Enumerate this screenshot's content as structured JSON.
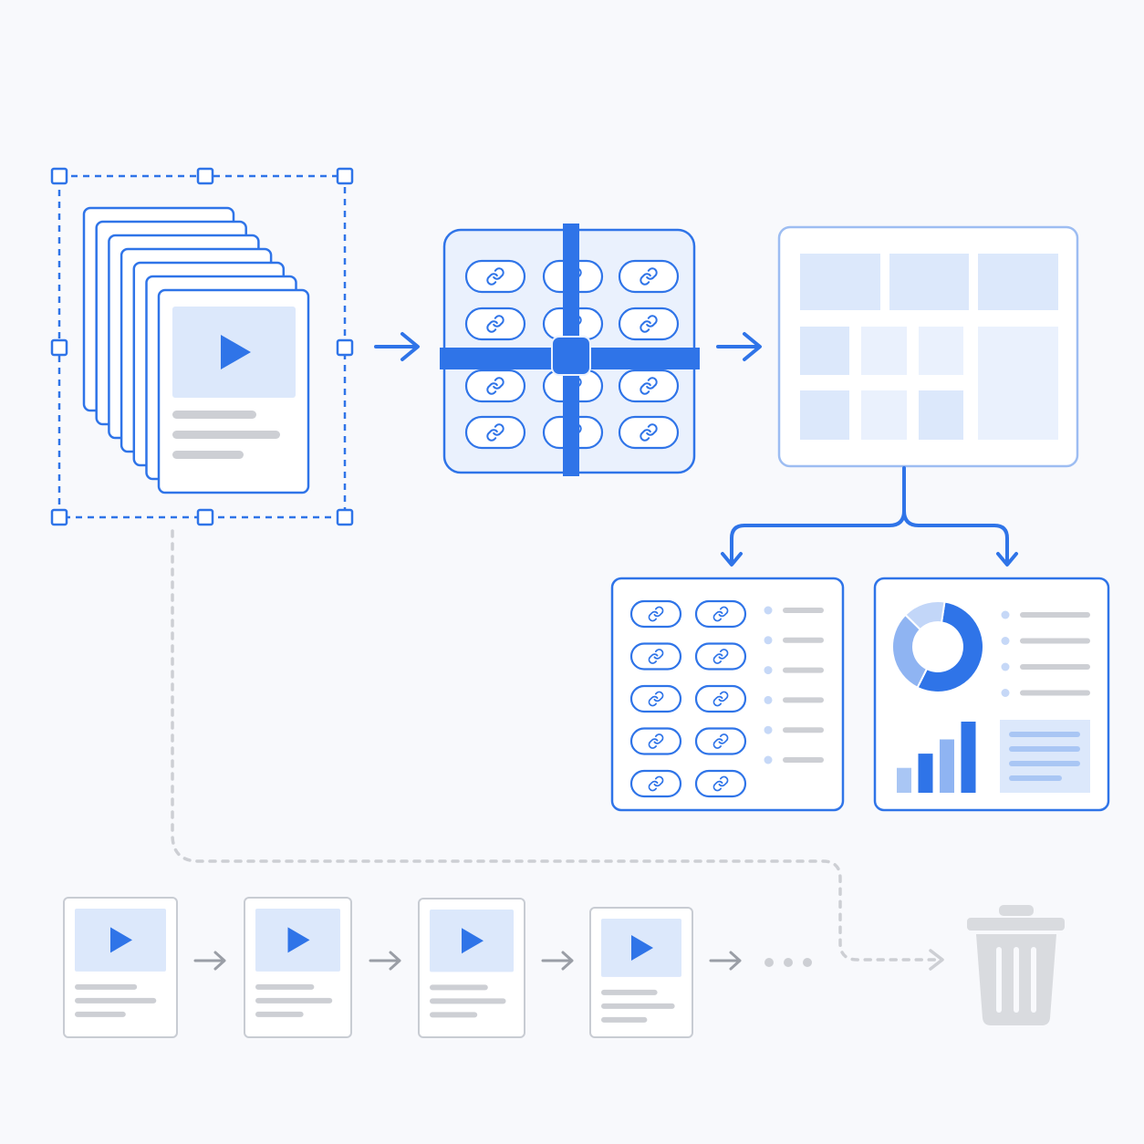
{
  "colors": {
    "background": "#f8f9fc",
    "primary": "#2f74e8",
    "primary_light": "#dce8fb",
    "primary_pale": "#eaf1fd",
    "card_border": "#9dbdf2",
    "gray_line": "#cdcfd4",
    "gray_border": "#c8ccd3",
    "gray_arrow": "#9a9ea6",
    "trash": "#d9dbdf"
  },
  "icons": {
    "play": "play-icon",
    "link": "link-icon",
    "trash": "trash-icon",
    "arrow": "arrow-right-icon",
    "selection_handle": "resize-handle"
  },
  "selection": {
    "stacked_cards": 7
  },
  "link_grid": {
    "rows": 4,
    "cols": 3,
    "crossbar_icon": "connector-hub-icon"
  },
  "dashboard_layout": {
    "top_tiles": 3,
    "small_tiles": 6,
    "tall_tile": 1
  },
  "links_panel": {
    "rows": 5,
    "cols": 2,
    "list_items": 6
  },
  "analytics_panel": {
    "donut_segments": [
      0.55,
      0.3,
      0.15
    ],
    "bar_values": [
      0.35,
      0.55,
      0.75,
      1.0
    ],
    "legend_items": 4
  },
  "pipeline": {
    "cards": 4,
    "continuation": "ellipsis-dots",
    "end_icon": "trash-icon"
  }
}
